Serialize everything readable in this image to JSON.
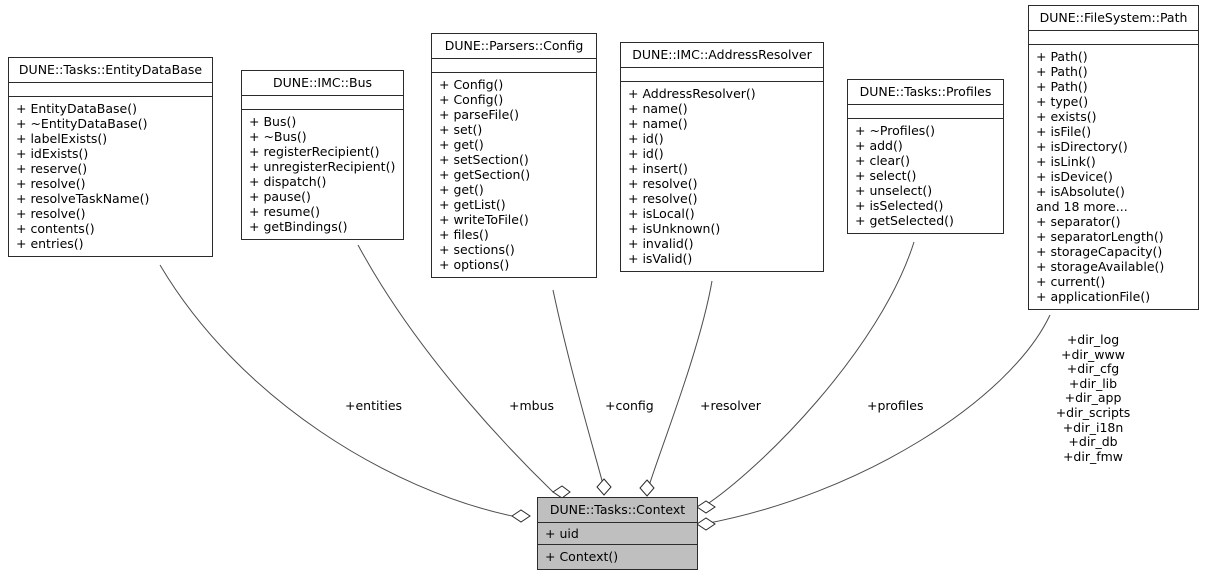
{
  "diagram": {
    "kind": "uml-collaboration-diagram",
    "focus_class": "DUNE::Tasks::Context",
    "colors": {
      "focus_fill": "#bfbfbf",
      "class_fill": "#ffffff",
      "border": "#2b2b2b",
      "edge": "#4d4d4d"
    }
  },
  "classes": [
    {
      "id": "entitydatabase",
      "title": "DUNE::Tasks::EntityDataBase",
      "attributes": [],
      "operations": [
        "+ EntityDataBase()",
        "+ ~EntityDataBase()",
        "+ labelExists()",
        "+ idExists()",
        "+ reserve()",
        "+ resolve()",
        "+ resolveTaskName()",
        "+ resolve()",
        "+ contents()",
        "+ entries()"
      ]
    },
    {
      "id": "bus",
      "title": "DUNE::IMC::Bus",
      "attributes": [],
      "operations": [
        "+ Bus()",
        "+ ~Bus()",
        "+ registerRecipient()",
        "+ unregisterRecipient()",
        "+ dispatch()",
        "+ pause()",
        "+ resume()",
        "+ getBindings()"
      ]
    },
    {
      "id": "config",
      "title": "DUNE::Parsers::Config",
      "attributes": [],
      "operations": [
        "+ Config()",
        "+ Config()",
        "+ parseFile()",
        "+ set()",
        "+ get()",
        "+ setSection()",
        "+ getSection()",
        "+ get()",
        "+ getList()",
        "+ writeToFile()",
        "+ files()",
        "+ sections()",
        "+ options()"
      ]
    },
    {
      "id": "addressresolver",
      "title": "DUNE::IMC::AddressResolver",
      "attributes": [],
      "operations": [
        "+ AddressResolver()",
        "+ name()",
        "+ name()",
        "+ id()",
        "+ id()",
        "+ insert()",
        "+ resolve()",
        "+ resolve()",
        "+ isLocal()",
        "+ isUnknown()",
        "+ invalid()",
        "+ isValid()"
      ]
    },
    {
      "id": "profiles",
      "title": "DUNE::Tasks::Profiles",
      "attributes": [],
      "operations": [
        "+ ~Profiles()",
        "+ add()",
        "+ clear()",
        "+ select()",
        "+ unselect()",
        "+ isSelected()",
        "+ getSelected()"
      ]
    },
    {
      "id": "path",
      "title": "DUNE::FileSystem::Path",
      "attributes": [],
      "operations": [
        "+ Path()",
        "+ Path()",
        "+ Path()",
        "+ type()",
        "+ exists()",
        "+ isFile()",
        "+ isDirectory()",
        "+ isLink()",
        "+ isDevice()",
        "+ isAbsolute()",
        "and 18 more...",
        "+ separator()",
        "+ separatorLength()",
        "+ storageCapacity()",
        "+ storageAvailable()",
        "+ current()",
        "+ applicationFile()"
      ]
    },
    {
      "id": "context",
      "title": "DUNE::Tasks::Context",
      "attributes": [
        "+ uid"
      ],
      "operations": [
        "+ Context()"
      ]
    }
  ],
  "edge_labels": [
    {
      "id": "entities",
      "text": "+entities"
    },
    {
      "id": "mbus",
      "text": "+mbus"
    },
    {
      "id": "config",
      "text": "+config"
    },
    {
      "id": "resolver",
      "text": "+resolver"
    },
    {
      "id": "profiles",
      "text": "+profiles"
    },
    {
      "id": "dirs",
      "lines": [
        "+dir_log",
        "+dir_www",
        "+dir_cfg",
        "+dir_lib",
        "+dir_app",
        "+dir_scripts",
        "+dir_i18n",
        "+dir_db",
        "+dir_fmw"
      ]
    }
  ]
}
